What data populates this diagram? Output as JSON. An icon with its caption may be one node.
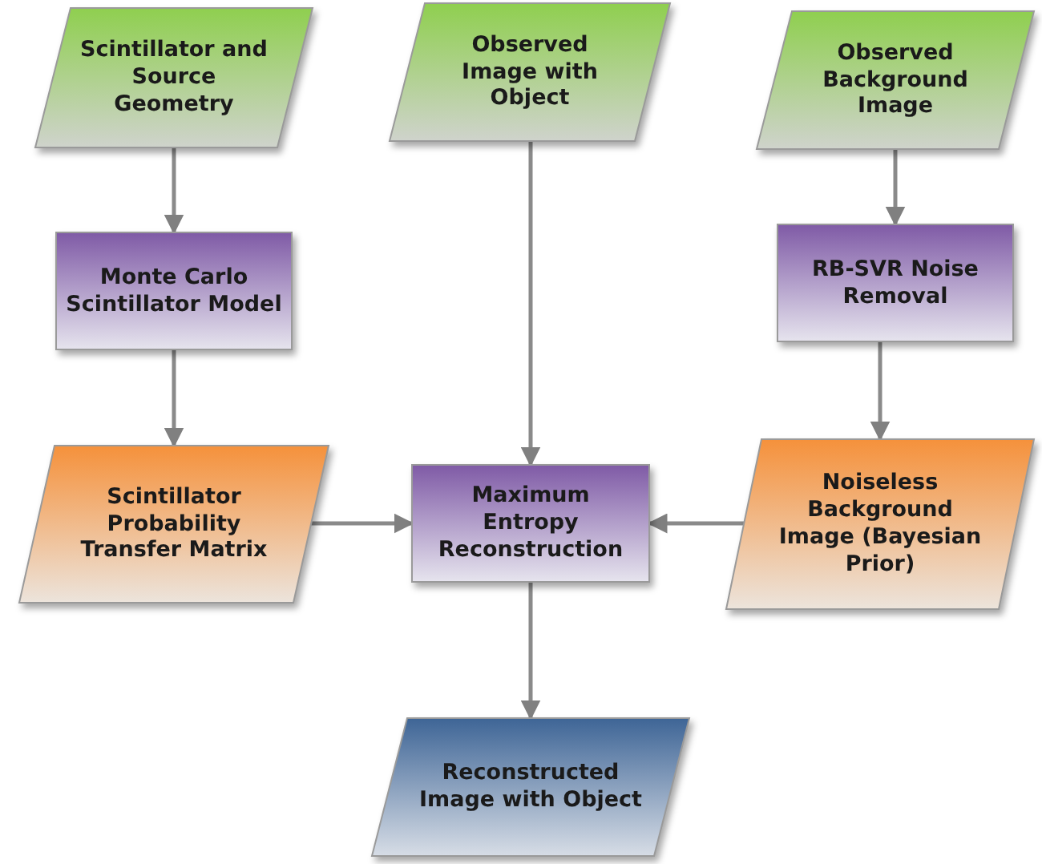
{
  "diagram": {
    "nodes": [
      {
        "text": [
          "Scintillator and Source Geometry"
        ]
      },
      {
        "text": [
          "Observed Image with Object"
        ]
      },
      {
        "text": [
          "Observed Background Image"
        ]
      },
      {
        "text": [
          "Monte Carlo Scintillator Model"
        ]
      },
      {
        "text": [
          "RB-SVR Noise Removal"
        ]
      },
      {
        "text": [
          "Scintillator Probability Transfer Matrix"
        ]
      },
      {
        "text": [
          "Maximum Entropy Reconstruction"
        ]
      },
      {
        "text": [
          "Noiseless Background Image (Bayesian Prior)"
        ]
      },
      {
        "text": [
          "Reconstructed Image with Object"
        ]
      }
    ],
    "edges": [
      {
        "from": 0,
        "to": 3,
        "arrow": "to"
      },
      {
        "from": 3,
        "to": 5,
        "arrow": "to"
      },
      {
        "from": 1,
        "to": 6,
        "arrow": "to"
      },
      {
        "from": 2,
        "to": 4,
        "arrow": "to"
      },
      {
        "from": 4,
        "to": 7,
        "arrow": "to"
      },
      {
        "from": 5,
        "to": 6,
        "arrow": "to"
      },
      {
        "from": 7,
        "to": 6,
        "arrow": "to"
      },
      {
        "from": 6,
        "to": 8,
        "arrow": "to"
      }
    ]
  }
}
